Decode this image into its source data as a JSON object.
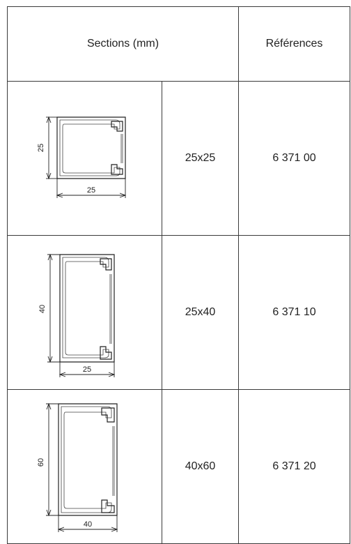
{
  "header": {
    "sections_label": "Sections (mm)",
    "references_label": "Références"
  },
  "rows": [
    {
      "width_dim": "25",
      "height_dim": "25",
      "section": "25x25",
      "reference": "6 371 00"
    },
    {
      "width_dim": "25",
      "height_dim": "40",
      "section": "25x40",
      "reference": "6 371 10"
    },
    {
      "width_dim": "40",
      "height_dim": "60",
      "section": "40x60",
      "reference": "6 371 20"
    }
  ]
}
